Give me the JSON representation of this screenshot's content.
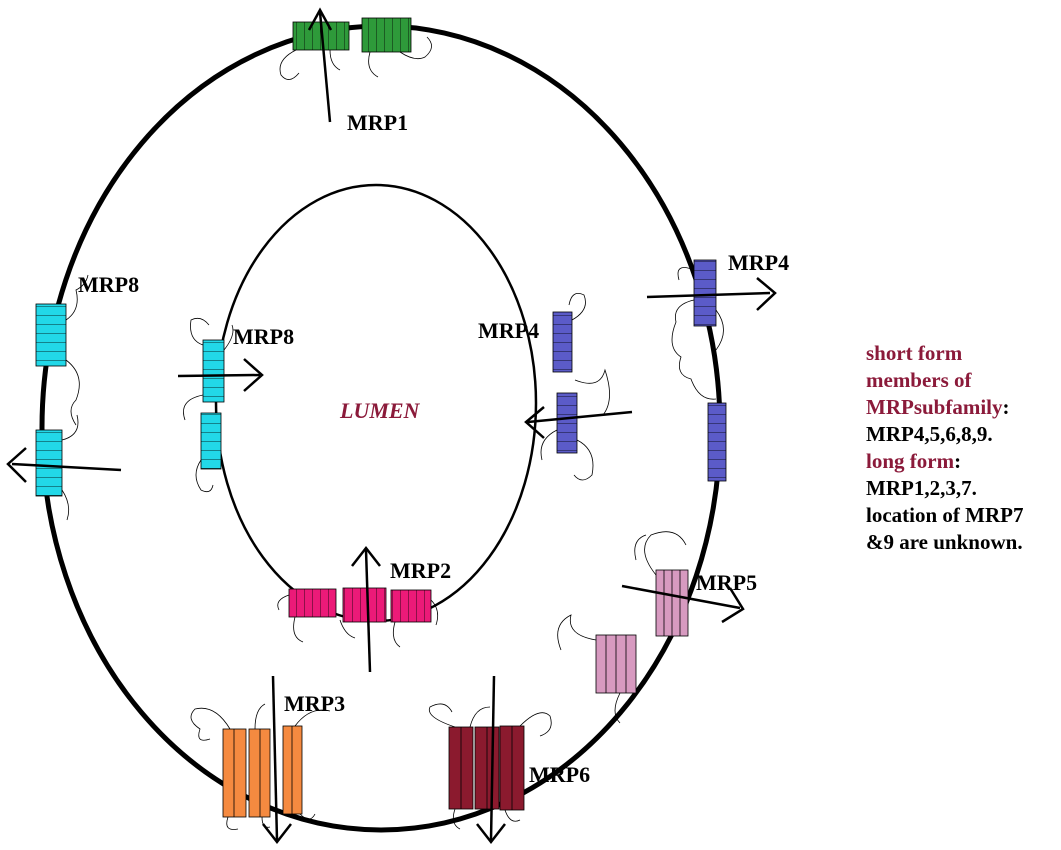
{
  "lumen_label": "LUMEN",
  "proteins": {
    "mrp1": "MRP1",
    "mrp2": "MRP2",
    "mrp3": "MRP3",
    "mrp4_outer": "MRP4",
    "mrp4_inner": "MRP4",
    "mrp5": "MRP5",
    "mrp6": "MRP6",
    "mrp8_outer": "MRP8",
    "mrp8_inner": "MRP8"
  },
  "legend": {
    "short_form": "short form",
    "members_of": "members of",
    "subfamily_name": "MRPsubfamily",
    "subfamily_colon": ":",
    "short_list": "MRP4,5,6,8,9.",
    "long_form": "long form",
    "long_colon": ":",
    "long_list": "MRP1,2,3,7.",
    "unknown_1": "location of MRP7",
    "unknown_2": "&9 are unknown."
  },
  "colors": {
    "mrp1": "#2e9a3a",
    "mrp2": "#ec1a78",
    "mrp3": "#f58a40",
    "mrp4": "#5b5bc8",
    "mrp5": "#d79ac0",
    "mrp6": "#8b1a2e",
    "mrp8": "#22d8e8",
    "highlight_text": "#8b1a3a"
  }
}
